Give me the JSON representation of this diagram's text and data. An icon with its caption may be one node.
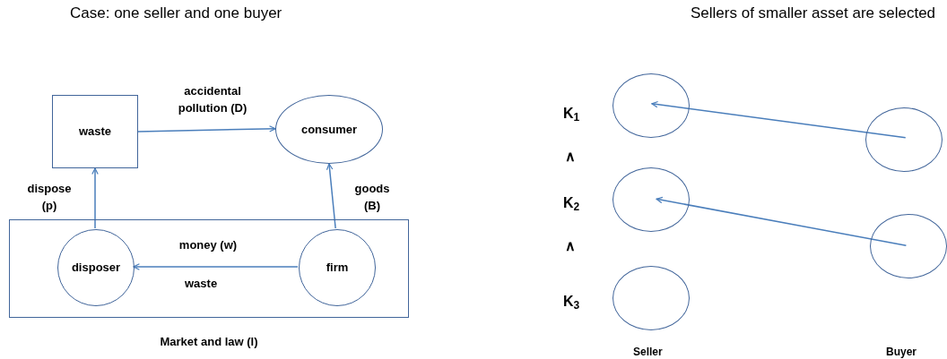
{
  "diagram": {
    "nodes": [
      {
        "text": [
          "waste"
        ]
      },
      {
        "text": [
          "consumer"
        ]
      },
      {
        "text": [
          "Market and law (l)"
        ]
      },
      {
        "text": [
          "disposer"
        ],
        "in": 2
      },
      {
        "text": [
          "firm"
        ],
        "in": 2
      },
      {
        "text": [],
        "shape": "circle"
      },
      {
        "text": [],
        "shape": "circle"
      },
      {
        "text": [],
        "shape": "circle"
      },
      {
        "text": [],
        "shape": "circle"
      },
      {
        "text": [],
        "shape": "circle"
      }
    ],
    "edges": [
      {
        "from": 0,
        "to": 1,
        "arrow": "to",
        "label": "accidental pollution (D)"
      },
      {
        "from": 3,
        "to": 0,
        "arrow": "to",
        "label": "dispose (p)"
      },
      {
        "from": 4,
        "to": 1,
        "arrow": "to",
        "label": "goods (B)"
      },
      {
        "from": 4,
        "to": 3,
        "arrow": "to",
        "label": "money (w)"
      },
      {
        "from": 8,
        "to": 5,
        "arrow": "to"
      },
      {
        "from": 9,
        "to": 6,
        "arrow": "to"
      }
    ],
    "labels": [
      "Case: one seller and one buyer",
      "Sellers of smaller asset are selected",
      "waste",
      "K$_{1}$",
      "∧",
      "K$_{2}$",
      "∧",
      "K$_{3}$",
      "Seller",
      "Buyer"
    ]
  }
}
